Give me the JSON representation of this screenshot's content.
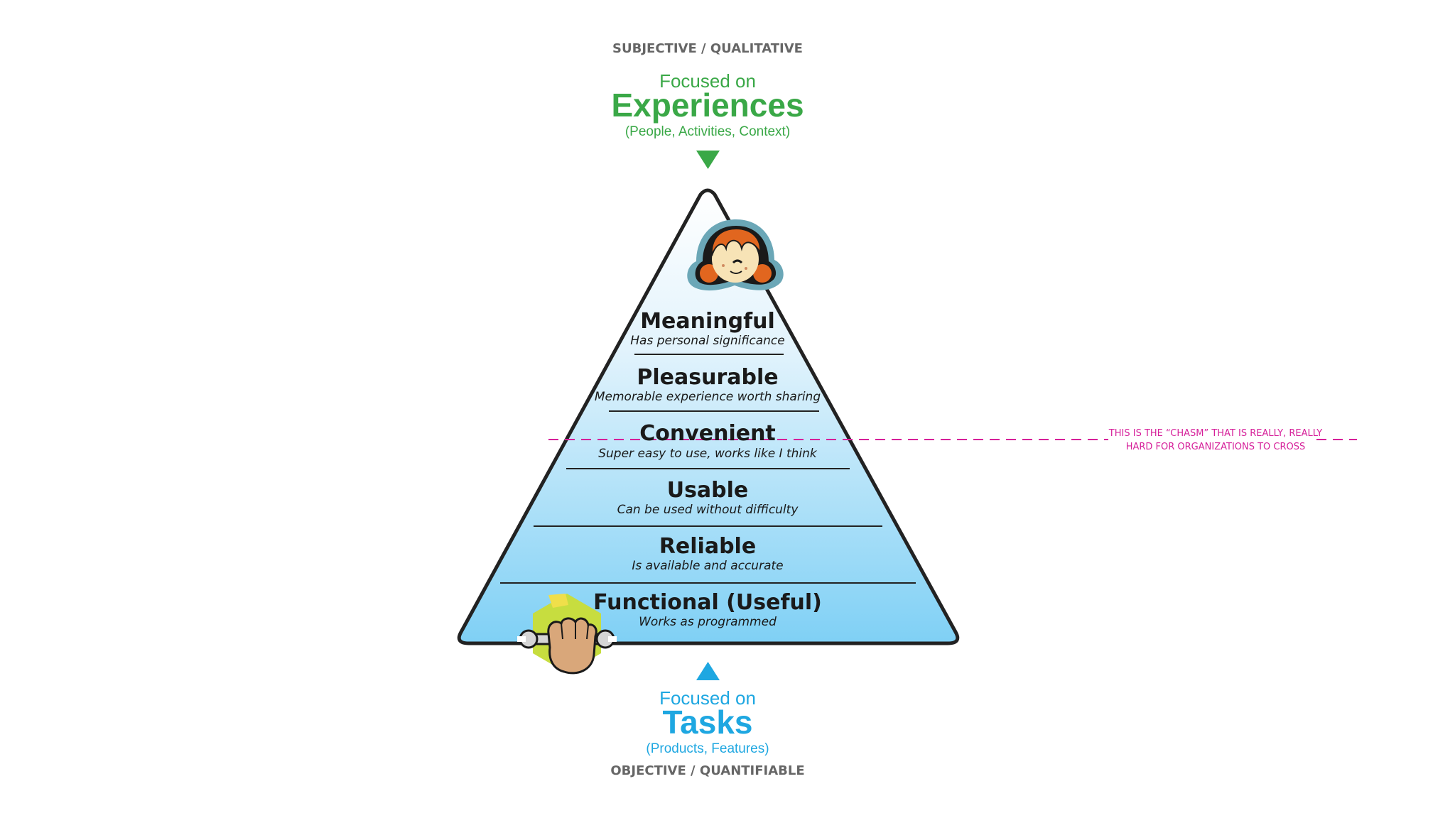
{
  "top": {
    "axis_label": "SUBJECTIVE / QUALITATIVE",
    "focused_on": "Focused on",
    "focus_title": "Experiences",
    "focus_sub": "(People, Activities, Context)",
    "color": "#3aa847"
  },
  "bottom": {
    "axis_label": "OBJECTIVE / QUANTIFIABLE",
    "focused_on": "Focused on",
    "focus_title": "Tasks",
    "focus_sub": "(Products, Features)",
    "color": "#1ea7e1"
  },
  "levels": [
    {
      "title": "Meaningful",
      "subtitle": "Has personal significance"
    },
    {
      "title": "Pleasurable",
      "subtitle": "Memorable experience worth sharing"
    },
    {
      "title": "Convenient",
      "subtitle": "Super easy to use, works like I think"
    },
    {
      "title": "Usable",
      "subtitle": "Can be used without difficulty"
    },
    {
      "title": "Reliable",
      "subtitle": "Is available and accurate"
    },
    {
      "title": "Functional (Useful)",
      "subtitle": "Works as programmed"
    }
  ],
  "chasm": {
    "line1": "THIS IS THE “CHASM” THAT IS REALLY, REALLY",
    "line2": "HARD FOR ORGANIZATIONS TO CROSS",
    "color": "#d6209a"
  },
  "icons": {
    "top": "girl-face-icon",
    "bottom": "fist-wrench-icon"
  }
}
